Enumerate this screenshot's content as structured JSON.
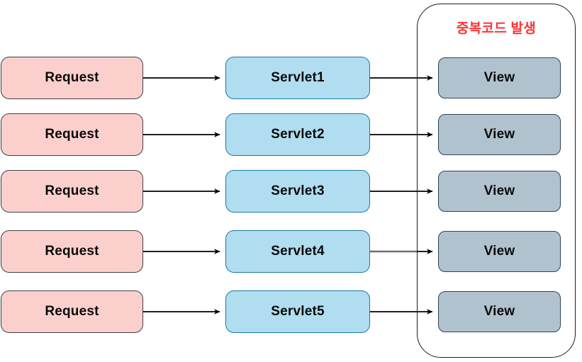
{
  "diagram": {
    "title_note": "중복코드 발생",
    "colors": {
      "request_fill": "#fbd0cc",
      "request_stroke": "#3f3f44",
      "servlet_fill": "#b1ddf0",
      "servlet_stroke": "#1b78a5",
      "view_fill": "#b1c2cf",
      "view_stroke": "#2d4356",
      "group_stroke": "#1b1b1b",
      "note_text": "#fc3434",
      "arrow": "#000000",
      "arrow_alt": "#6e6e6e"
    },
    "rows": [
      {
        "request": "Request",
        "servlet": "Servlet1",
        "view": "View"
      },
      {
        "request": "Request",
        "servlet": "Servlet2",
        "view": "View"
      },
      {
        "request": "Request",
        "servlet": "Servlet3",
        "view": "View"
      },
      {
        "request": "Request",
        "servlet": "Servlet4",
        "view": "View"
      },
      {
        "request": "Request",
        "servlet": "Servlet5",
        "view": "View"
      }
    ]
  }
}
